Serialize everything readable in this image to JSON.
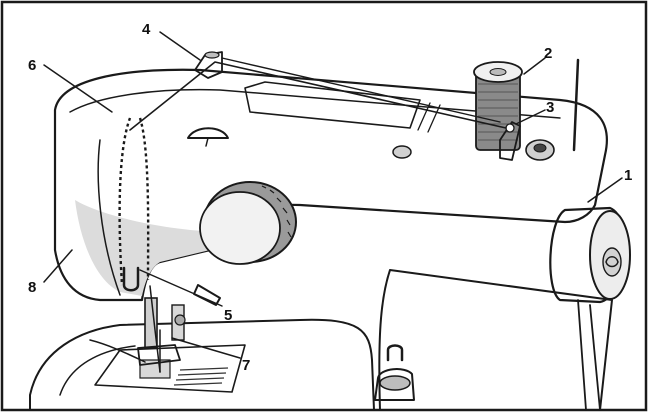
{
  "callouts": [
    {
      "id": "1",
      "label": "1"
    },
    {
      "id": "2",
      "label": "2"
    },
    {
      "id": "3",
      "label": "3"
    },
    {
      "id": "4",
      "label": "4"
    },
    {
      "id": "5",
      "label": "5"
    },
    {
      "id": "6",
      "label": "6"
    },
    {
      "id": "7",
      "label": "7"
    },
    {
      "id": "8",
      "label": "8"
    }
  ],
  "colors": {
    "ink": "#1a1a1a",
    "body_fill": "#ececec",
    "shade": "#cfcfcf",
    "background": "#ffffff"
  },
  "icons": [
    "spool-icon",
    "handwheel-icon",
    "stitch-dial-icon",
    "reverse-lever-icon"
  ]
}
